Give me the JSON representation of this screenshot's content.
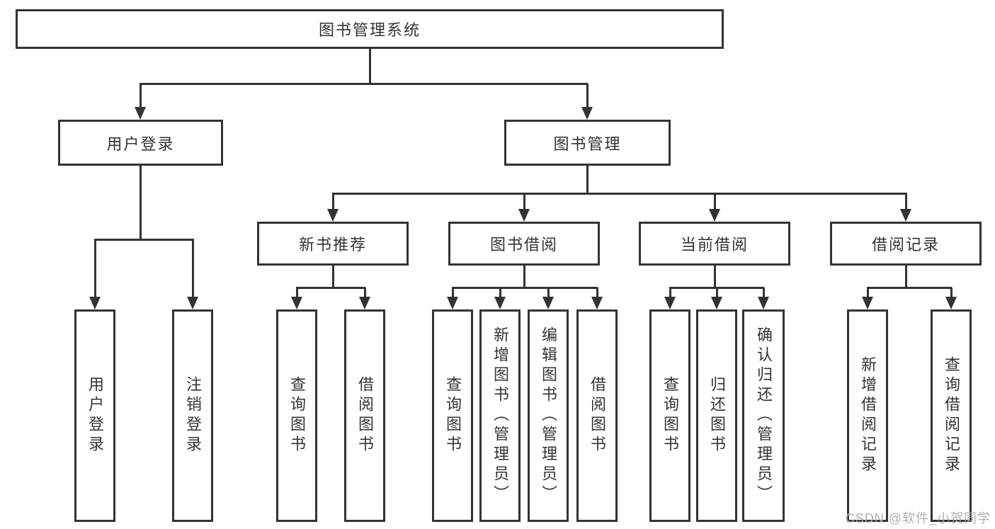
{
  "tree": {
    "root": {
      "label": "图书管理系统",
      "children": [
        {
          "label": "用户登录",
          "children": [
            {
              "label": "用户登录"
            },
            {
              "label": "注销登录"
            }
          ]
        },
        {
          "label": "图书管理",
          "children": [
            {
              "label": "新书推荐",
              "children": [
                {
                  "label": "查询图书"
                },
                {
                  "label": "借阅图书"
                }
              ]
            },
            {
              "label": "图书借阅",
              "children": [
                {
                  "label": "查询图书"
                },
                {
                  "label": "新增图书（管理员）"
                },
                {
                  "label": "编辑图书（管理员）"
                },
                {
                  "label": "借阅图书"
                }
              ]
            },
            {
              "label": "当前借阅",
              "children": [
                {
                  "label": "查询图书"
                },
                {
                  "label": "归还图书"
                },
                {
                  "label": "确认归还（管理员）"
                }
              ]
            },
            {
              "label": "借阅记录",
              "children": [
                {
                  "label": "新增借阅记录"
                },
                {
                  "label": "查询借阅记录"
                }
              ]
            }
          ]
        }
      ]
    }
  },
  "watermark": {
    "text": "CSDN @软件_小贺同学"
  },
  "colors": {
    "line": "#333333",
    "text": "#333333",
    "box_background": "#ffffff",
    "watermark": "#b0b0b0"
  }
}
